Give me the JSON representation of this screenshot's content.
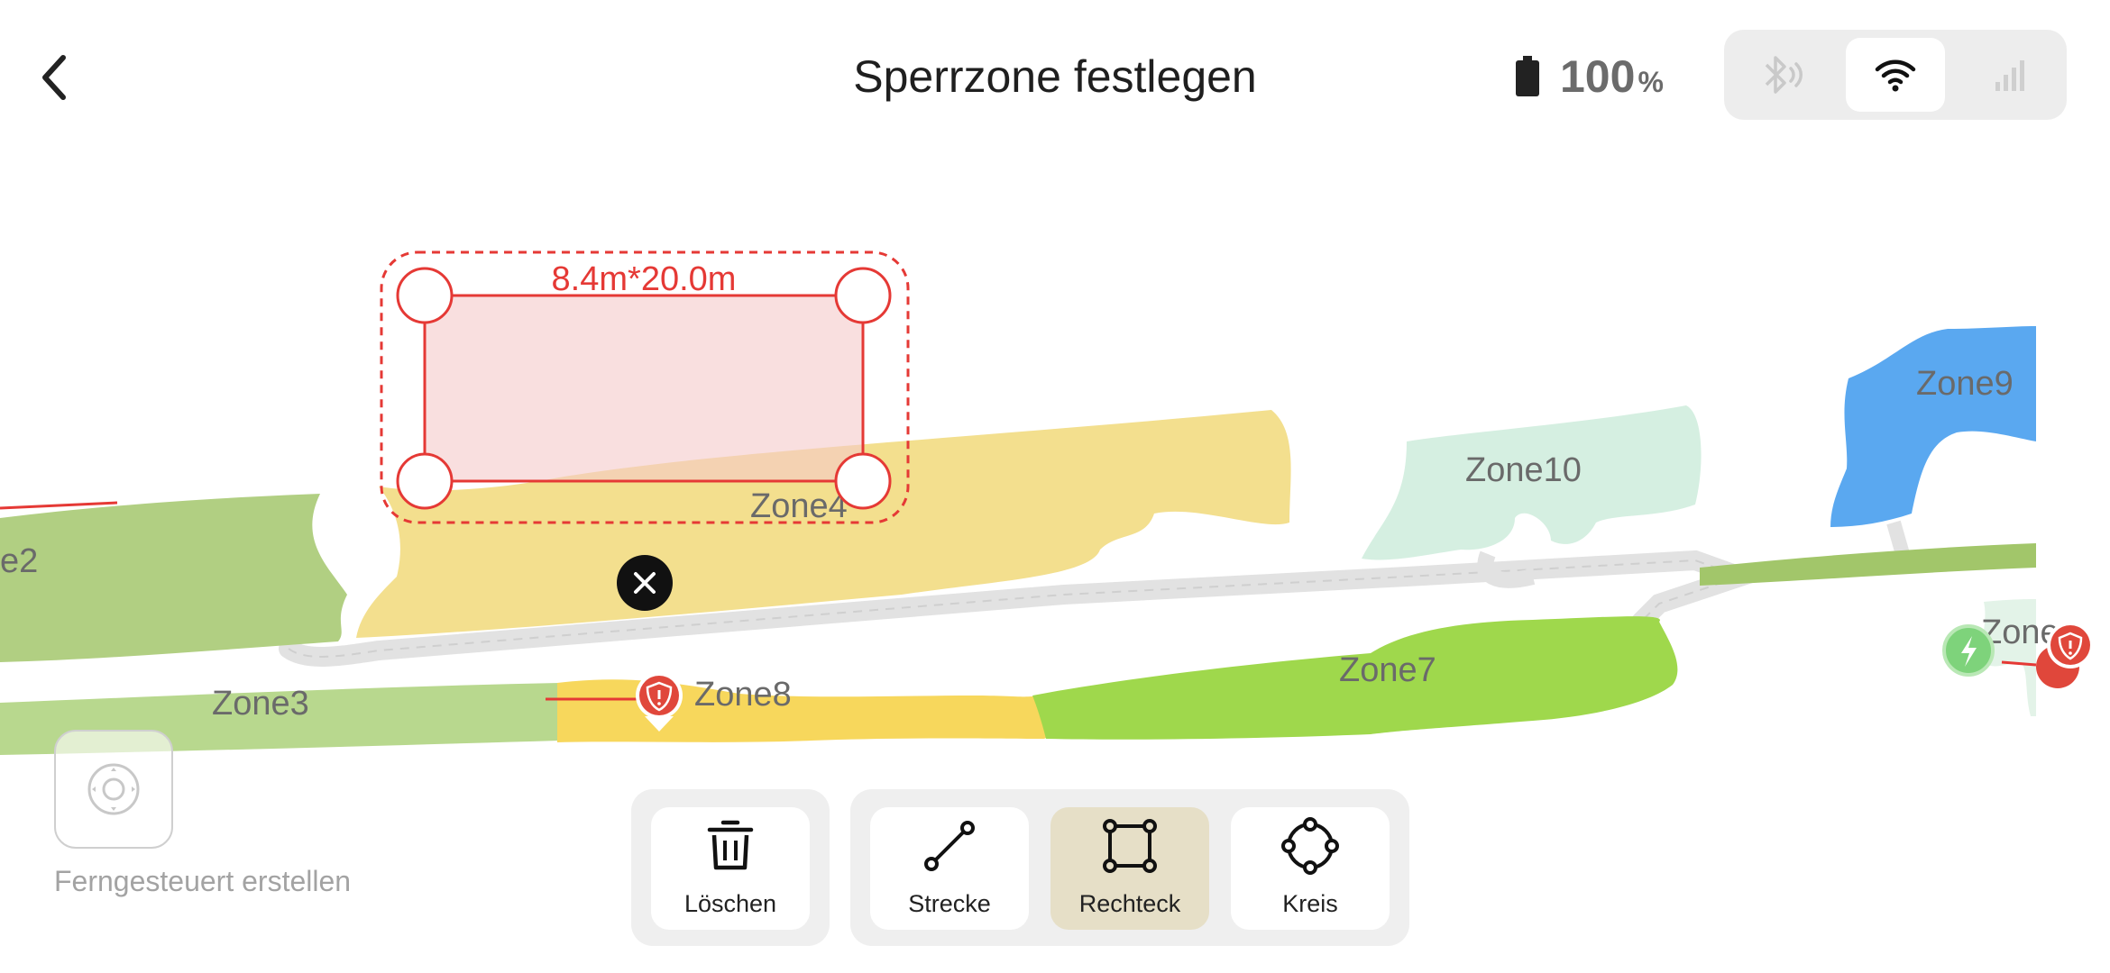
{
  "header": {
    "title": "Sperrzone festlegen",
    "battery_value": "100",
    "battery_unit": "%",
    "connectivity": [
      {
        "name": "bluetooth-icon",
        "active": false
      },
      {
        "name": "wifi-icon",
        "active": true
      },
      {
        "name": "cellular-icon",
        "active": false
      }
    ]
  },
  "map": {
    "selection_dimensions": "8.4m*20.0m",
    "zones": {
      "zone2": "e2",
      "zone3": "Zone3",
      "zone4": "Zone4",
      "zone7": "Zone7",
      "zone8": "Zone8",
      "zone9": "Zone9",
      "zone10": "Zone10",
      "zone_partial_right": "Zone"
    },
    "colors": {
      "restricted_outline": "#e53935",
      "restricted_fill": "#f9d9d9",
      "zone_yellow": "#f3df8e",
      "zone_green": "#9fd84c",
      "zone_blue": "#5aa8f0",
      "zone_mint": "#d5efe1"
    }
  },
  "remote": {
    "label": "Ferngesteuert erstellen"
  },
  "toolbar": {
    "delete_label": "Löschen",
    "tools": [
      {
        "name": "tool-line",
        "label": "Strecke",
        "icon": "line-icon",
        "selected": false
      },
      {
        "name": "tool-rectangle",
        "label": "Rechteck",
        "icon": "rectangle-icon",
        "selected": true
      },
      {
        "name": "tool-circle",
        "label": "Kreis",
        "icon": "circle-icon",
        "selected": false
      }
    ],
    "selected_color": "#e6dfc7"
  }
}
